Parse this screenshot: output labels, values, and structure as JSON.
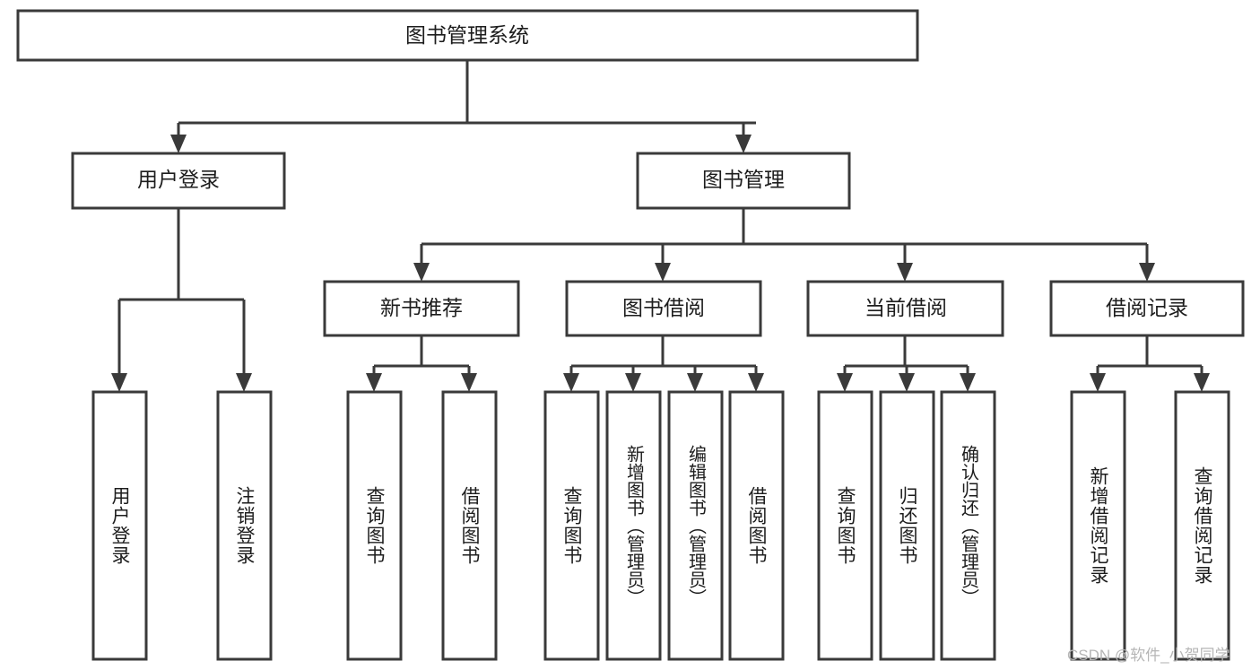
{
  "diagram": {
    "title": "图书管理系统",
    "type": "tree-hierarchy",
    "root": {
      "id": "root",
      "label": "图书管理系统",
      "orientation": "horizontal"
    },
    "level1": [
      {
        "id": "user-login",
        "label": "用户登录",
        "orientation": "horizontal"
      },
      {
        "id": "book-manage",
        "label": "图书管理",
        "orientation": "horizontal"
      }
    ],
    "level2": [
      {
        "id": "new-book-recommend",
        "label": "新书推荐",
        "parent": "book-manage",
        "orientation": "horizontal"
      },
      {
        "id": "book-borrow",
        "label": "图书借阅",
        "parent": "book-manage",
        "orientation": "horizontal"
      },
      {
        "id": "current-borrow",
        "label": "当前借阅",
        "parent": "book-manage",
        "orientation": "horizontal"
      },
      {
        "id": "borrow-record",
        "label": "借阅记录",
        "parent": "book-manage",
        "orientation": "horizontal"
      }
    ],
    "leaves": [
      {
        "id": "leaf-user-login",
        "label": "用户登录",
        "parent": "user-login",
        "orientation": "vertical"
      },
      {
        "id": "leaf-logout-login",
        "label": "注销登录",
        "parent": "user-login",
        "orientation": "vertical"
      },
      {
        "id": "leaf-query-book-1",
        "label": "查询图书",
        "parent": "new-book-recommend",
        "orientation": "vertical"
      },
      {
        "id": "leaf-borrow-book-1",
        "label": "借阅图书",
        "parent": "new-book-recommend",
        "orientation": "vertical"
      },
      {
        "id": "leaf-query-book-2",
        "label": "查询图书",
        "parent": "book-borrow",
        "orientation": "vertical"
      },
      {
        "id": "leaf-add-book",
        "label": "新增图书（管理员）",
        "parent": "book-borrow",
        "orientation": "vertical"
      },
      {
        "id": "leaf-edit-book",
        "label": "编辑图书（管理员）",
        "parent": "book-borrow",
        "orientation": "vertical"
      },
      {
        "id": "leaf-borrow-book-2",
        "label": "借阅图书",
        "parent": "book-borrow",
        "orientation": "vertical"
      },
      {
        "id": "leaf-query-book-3",
        "label": "查询图书",
        "parent": "current-borrow",
        "orientation": "vertical"
      },
      {
        "id": "leaf-return-book",
        "label": "归还图书",
        "parent": "current-borrow",
        "orientation": "vertical"
      },
      {
        "id": "leaf-confirm-return",
        "label": "确认归还（管理员）",
        "parent": "current-borrow",
        "orientation": "vertical"
      },
      {
        "id": "leaf-add-record",
        "label": "新增借阅记录",
        "parent": "borrow-record",
        "orientation": "vertical"
      },
      {
        "id": "leaf-query-record",
        "label": "查询借阅记录",
        "parent": "borrow-record",
        "orientation": "vertical"
      }
    ],
    "colors": {
      "box_stroke": "#3a3a3a",
      "box_fill": "#ffffff",
      "connector": "#3a3a3a",
      "text": "#1d1d1d",
      "background": "#ffffff",
      "watermark": "#b6b6b6"
    }
  },
  "watermark": {
    "text": "CSDN @软件_小贺同学"
  }
}
